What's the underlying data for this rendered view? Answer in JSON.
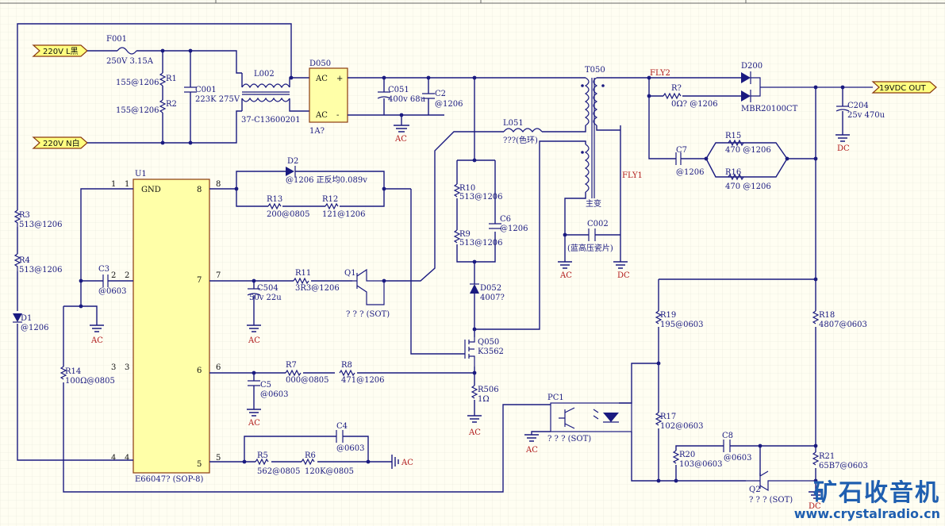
{
  "ports": {
    "l_in": "220V L黑",
    "n_in": "220V N白",
    "out": "19VDC OUT"
  },
  "parts": {
    "F001": {
      "ref": "F001",
      "val": "250V 3.15A"
    },
    "R1": {
      "ref": "R1",
      "val": "155@1206"
    },
    "R2": {
      "ref": "R2",
      "val": "155@1206"
    },
    "C001": {
      "ref": "C001",
      "val": "223K 275V"
    },
    "L002": {
      "ref": "L002",
      "val": "37-C13600201"
    },
    "D050": {
      "ref": "D050",
      "val": "1A?"
    },
    "D050_ac": "AC",
    "D050_plus": "+",
    "D050_minus": "-",
    "C051": {
      "ref": "C051",
      "val": "400v 68u"
    },
    "C2": {
      "ref": "C2",
      "val": "@1206"
    },
    "T050": {
      "ref": "T050",
      "val": "主变"
    },
    "L051": {
      "ref": "L051",
      "val": "???(色环)"
    },
    "FLY2": "FLY2",
    "FLY1": "FLY1",
    "D200": {
      "ref": "D200",
      "val": "MBR20100CT"
    },
    "R?": {
      "ref": "R?",
      "val": "0Ω? @1206"
    },
    "C204": {
      "ref": "C204",
      "val": "25v 470u"
    },
    "C7": {
      "ref": "C7",
      "val": "@1206"
    },
    "R15": {
      "ref": "R15",
      "val": "470 @1206"
    },
    "R16": {
      "ref": "R16",
      "val": "470 @1206"
    },
    "C002": {
      "ref": "C002",
      "val": "(蓝高压瓷片)"
    },
    "R10": {
      "ref": "R10",
      "val": "513@1206"
    },
    "R9": {
      "ref": "R9",
      "val": "513@1206"
    },
    "C6": {
      "ref": "C6",
      "val": "@1206"
    },
    "D052": {
      "ref": "D052",
      "val": "4007?"
    },
    "Q050": {
      "ref": "Q050",
      "val": "K3562"
    },
    "R506": {
      "ref": "R506",
      "val": "1Ω"
    },
    "D2": {
      "ref": "D2",
      "val": "@1206 正反均0.089v"
    },
    "R13": {
      "ref": "R13",
      "val": "200@0805"
    },
    "R12": {
      "ref": "R12",
      "val": "121@1206"
    },
    "U1": {
      "ref": "U1",
      "val": "E66047? (SOP-8)"
    },
    "U1_gnd": "GND",
    "pins": [
      "1",
      "2",
      "3",
      "4",
      "5",
      "6",
      "7",
      "8"
    ],
    "R3": {
      "ref": "R3",
      "val": "513@1206"
    },
    "R4": {
      "ref": "R4",
      "val": "513@1206"
    },
    "D1": {
      "ref": "D1",
      "val": "@1206"
    },
    "C3": {
      "ref": "C3",
      "val": "@0603"
    },
    "R14": {
      "ref": "R14",
      "val": "100Ω@0805"
    },
    "C504": {
      "ref": "C504",
      "val": "50v 22u"
    },
    "R11": {
      "ref": "R11",
      "val": "3R3@1206"
    },
    "Q1": {
      "ref": "Q1",
      "val": "? ? ? (SOT)"
    },
    "C5": {
      "ref": "C5",
      "val": "@0603"
    },
    "R7": {
      "ref": "R7",
      "val": "000@0805"
    },
    "R8": {
      "ref": "R8",
      "val": "471@1206"
    },
    "C4": {
      "ref": "C4",
      "val": "@0603"
    },
    "R5": {
      "ref": "R5",
      "val": "562@0805"
    },
    "R6": {
      "ref": "R6",
      "val": "120K@0805"
    },
    "PC1": {
      "ref": "PC1",
      "val": "? ? ? (SOT)"
    },
    "R19": {
      "ref": "R19",
      "val": "195@0603"
    },
    "R18": {
      "ref": "R18",
      "val": "4807@0603"
    },
    "R17": {
      "ref": "R17",
      "val": "102@0603"
    },
    "R20": {
      "ref": "R20",
      "val": "103@0603"
    },
    "C8": {
      "ref": "C8",
      "val": "@0603"
    },
    "R21": {
      "ref": "R21",
      "val": "65B7@0603"
    },
    "Q2": {
      "ref": "Q2",
      "val": "? ? ? (SOT)"
    }
  },
  "grounds": {
    "ac": "AC",
    "dc": "DC"
  },
  "watermark": {
    "title": "矿石收音机",
    "url": "www.crystalradio.cn"
  },
  "colors": {
    "wire": "#1a1a80",
    "ground_label": "#b01818",
    "port_fill": "#ffff80",
    "ic_fill": "#ffffa8",
    "grid": "#dcdcd0"
  }
}
